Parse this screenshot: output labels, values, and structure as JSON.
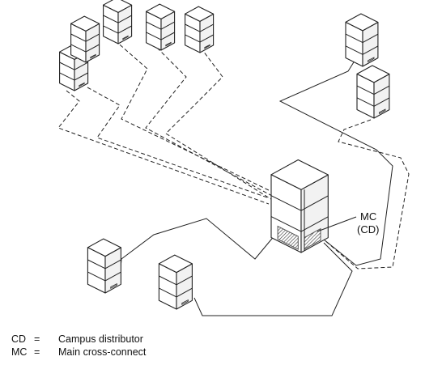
{
  "callout": {
    "line1": "MC",
    "line2": "(CD)"
  },
  "legend": [
    {
      "abbr": "CD",
      "eq": "=",
      "meaning": "Campus distributor"
    },
    {
      "abbr": "MC",
      "eq": "=",
      "meaning": "Main cross-connect"
    }
  ],
  "colors": {
    "line": "#222222",
    "face_front": "#ffffff",
    "face_side": "#f2f2f2",
    "face_top": "#ffffff",
    "main_building_hatch": "#555555"
  },
  "buildings": [
    {
      "id": "building-1",
      "floors": 3,
      "role": "building"
    },
    {
      "id": "building-2",
      "floors": 3,
      "role": "building"
    },
    {
      "id": "building-3",
      "floors": 3,
      "role": "building"
    },
    {
      "id": "building-4",
      "floors": 3,
      "role": "building"
    },
    {
      "id": "building-5",
      "floors": 3,
      "role": "building"
    },
    {
      "id": "building-6",
      "floors": 3,
      "role": "building"
    },
    {
      "id": "building-7",
      "floors": 3,
      "role": "building"
    },
    {
      "id": "building-8",
      "floors": 3,
      "role": "building"
    },
    {
      "id": "building-9",
      "floors": 3,
      "role": "building"
    },
    {
      "id": "main-building",
      "floors": 3,
      "role": "main cross-connect"
    }
  ]
}
